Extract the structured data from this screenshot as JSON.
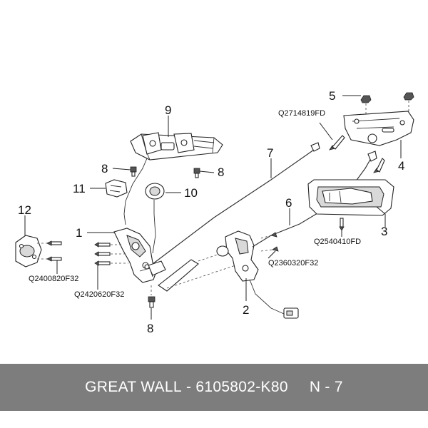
{
  "callouts": [
    "1",
    "2",
    "3",
    "4",
    "5",
    "6",
    "7",
    "8",
    "8",
    "8",
    "9",
    "10",
    "11",
    "12"
  ],
  "part_codes": [
    "Q2714819FD",
    "Q2540410FD",
    "Q2360320F32",
    "Q2400820F32",
    "Q2420620F32"
  ],
  "footer": {
    "brand": "GREAT WALL",
    "separator": " - ",
    "part_number": "6105802-K80",
    "page_ref": "N - 7"
  }
}
